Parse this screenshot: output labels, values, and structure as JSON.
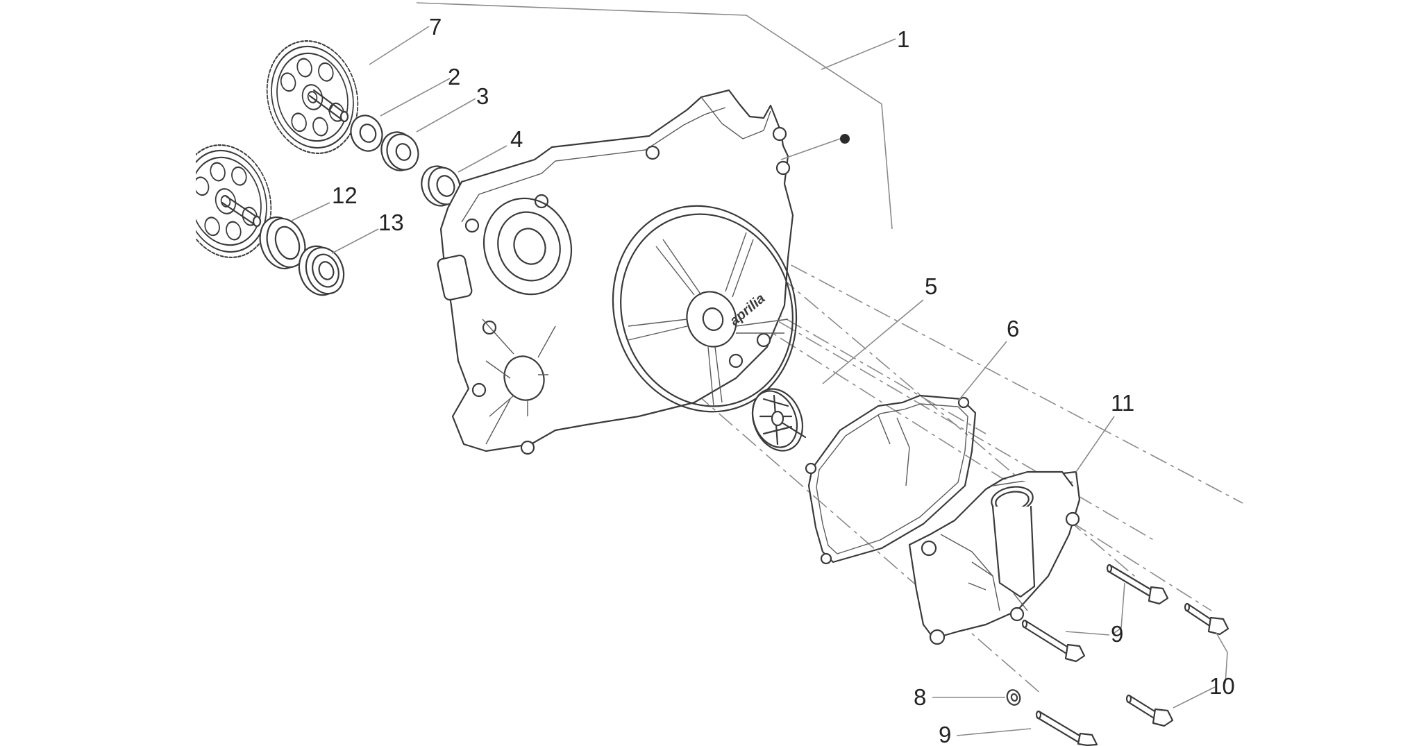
{
  "diagram": {
    "callouts": [
      {
        "id": "1",
        "text": "1"
      },
      {
        "id": "2",
        "text": "2"
      },
      {
        "id": "3",
        "text": "3"
      },
      {
        "id": "4",
        "text": "4"
      },
      {
        "id": "5",
        "text": "5"
      },
      {
        "id": "6",
        "text": "6"
      },
      {
        "id": "7",
        "text": "7"
      },
      {
        "id": "8",
        "text": "8"
      },
      {
        "id": "9a",
        "text": "9"
      },
      {
        "id": "9b",
        "text": "9"
      },
      {
        "id": "10",
        "text": "10"
      },
      {
        "id": "11",
        "text": "11"
      },
      {
        "id": "12",
        "text": "12"
      },
      {
        "id": "13",
        "text": "13"
      }
    ],
    "cover_logo": "aprilia"
  },
  "colors": {
    "line": "#3a3a3a",
    "leader": "#8a8a8a",
    "label": "#222222",
    "background": "#ffffff"
  }
}
